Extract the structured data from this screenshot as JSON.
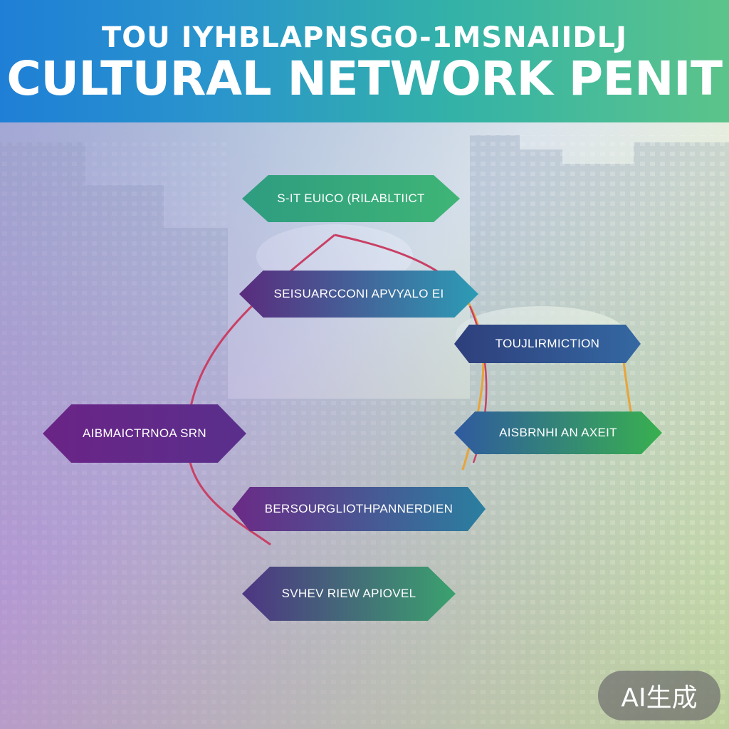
{
  "header": {
    "subtitle": "TOU IYHBLAPNSGO-1MSNAIIDLJ",
    "title": "CULTURAL NETWORK PENIT"
  },
  "nodes": [
    {
      "id": "n1",
      "label": "S-IT EUICO (RILABLTIICT",
      "gradient": [
        "#2e9c80",
        "#3fb576"
      ]
    },
    {
      "id": "n2",
      "label": "SEISUARCCONI APVYALO EI",
      "gradient": [
        "#5a2b7e",
        "#2c9cb5"
      ]
    },
    {
      "id": "n3",
      "label": "TOUJLIRMICTION",
      "gradient": [
        "#2e3f7c",
        "#3468a2"
      ]
    },
    {
      "id": "n4",
      "label": "AIBMAICTRNOA SRN",
      "gradient": [
        "#6a2486",
        "#5a2f8c"
      ]
    },
    {
      "id": "n5",
      "label": "AISBRNHI AN AXEIT",
      "gradient": [
        "#2f5aa0",
        "#38b04f"
      ]
    },
    {
      "id": "n6",
      "label": "BERSOURGLIOTHPANNERDIEN",
      "gradient": [
        "#6b2a86",
        "#2a7fa0"
      ]
    },
    {
      "id": "n7",
      "label": "SVHEV RIEW APIOVEL",
      "gradient": [
        "#4d3583",
        "#3aa26e"
      ]
    }
  ],
  "badge": {
    "label": "AI生成"
  },
  "colors": {
    "connector_red": "#c94065",
    "connector_orange": "#e8a43a"
  }
}
